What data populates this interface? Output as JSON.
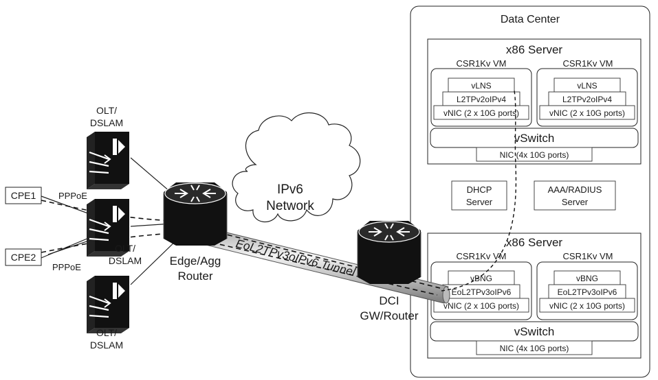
{
  "data_center": {
    "title": "Data Center",
    "server_top": {
      "title": "x86 Server",
      "vm_left": {
        "title": "CSR1Kv VM",
        "service": "vLNS",
        "tunnel": "L2TPv2oIPv4",
        "vnic": "vNIC (2 x 10G ports)"
      },
      "vm_right": {
        "title": "CSR1Kv VM",
        "service": "vLNS",
        "tunnel": "L2TPv2oIPv4",
        "vnic": "vNIC (2 x 10G ports)"
      },
      "vswitch": "vSwitch",
      "nic": "NIC (4x 10G ports)"
    },
    "dhcp": {
      "line1": "DHCP",
      "line2": "Server"
    },
    "aaa": {
      "line1": "AAA/RADIUS",
      "line2": "Server"
    },
    "server_bottom": {
      "title": "x86 Server",
      "vm_left": {
        "title": "CSR1Kv VM",
        "service": "vBNG",
        "tunnel": "EoL2TPv3oIPv6",
        "vnic": "vNIC (2 x 10G ports)"
      },
      "vm_right": {
        "title": "CSR1Kv VM",
        "service": "vBNG",
        "tunnel": "EoL2TPv3oIPv6",
        "vnic": "vNIC (2 x 10G ports)"
      },
      "vswitch": "vSwitch",
      "nic": "NIC (4x 10G ports)"
    }
  },
  "access": {
    "olt_top": {
      "line1": "OLT/",
      "line2": "DSLAM"
    },
    "olt_middle": {
      "line1": "OLT/",
      "line2": "DSLAM"
    },
    "olt_bottom": {
      "line1": "OLT/",
      "line2": "DSLAM"
    },
    "cpe1": {
      "label": "CPE1",
      "protocol": "PPPoE"
    },
    "cpe2": {
      "label": "CPE2",
      "protocol": "PPPoE"
    }
  },
  "edge_router": {
    "line1": "Edge/Agg",
    "line2": "Router"
  },
  "ipv6_cloud": {
    "line1": "IPv6",
    "line2": "Network"
  },
  "dci_router": {
    "line1": "DCI",
    "line2": "GW/Router"
  },
  "tunnel": {
    "label": "EoL2TPv3oIPv6 Tunnel"
  },
  "colors": {
    "line": "#222222",
    "router_fill": "#111111",
    "tunnel_fill": "#c8c8c8"
  }
}
